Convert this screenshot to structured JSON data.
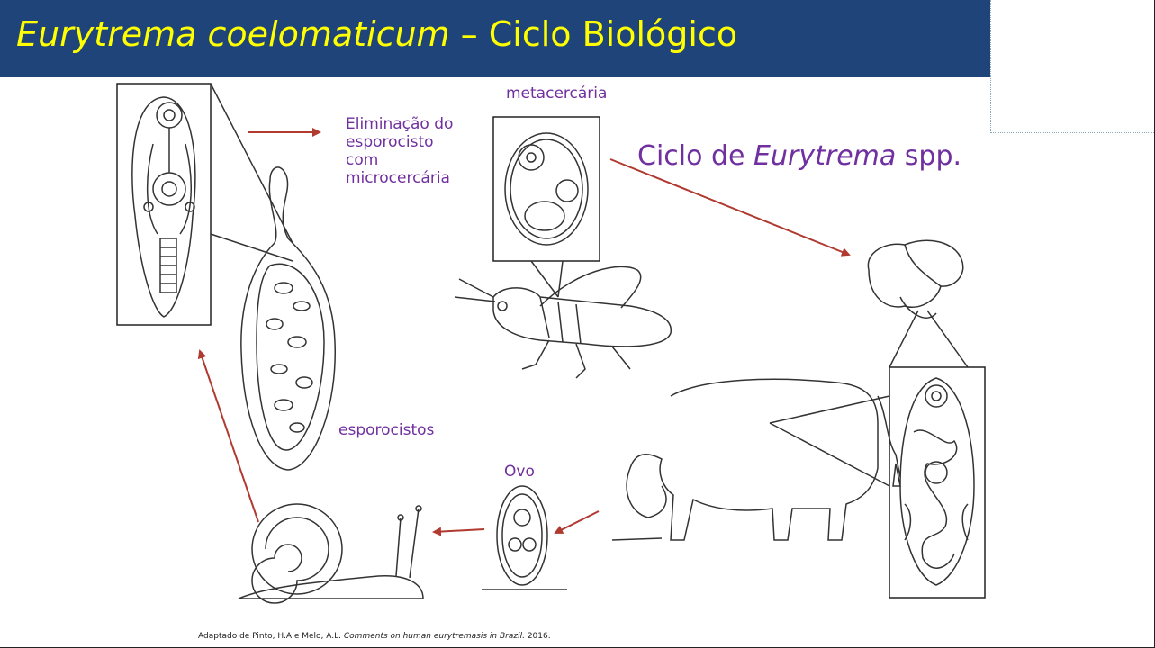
{
  "slide": {
    "title_italic": "Eurytrema coelomaticum",
    "title_rest": " – Ciclo Biológico",
    "cycle_title_prefix": "Ciclo de ",
    "cycle_title_italic": "Eurytrema",
    "cycle_title_suffix": " spp.",
    "labels": {
      "metacercaria": "metacercária",
      "elim_line1": "Eliminação do",
      "elim_line2": "esporocisto",
      "elim_line3": "com",
      "elim_line4": "microcercária",
      "esporocistos": "esporocistos",
      "ovo": "Ovo"
    },
    "citation_prefix": "Adaptado de Pinto, H.A e Melo, A.L. ",
    "citation_italic": "Comments on human eurytremasis in Brazil.",
    "citation_suffix": " 2016."
  },
  "colors": {
    "title_bar": "#1f4479",
    "title_text": "#ffff00",
    "label_purple": "#7030a0",
    "arrow_red": "#b03a30"
  }
}
